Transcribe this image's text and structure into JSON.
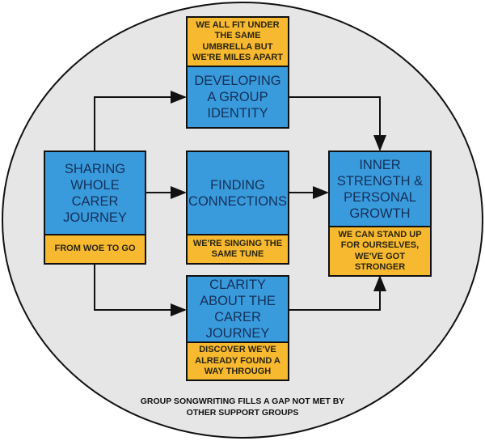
{
  "nodes": {
    "identity": {
      "title": "DEVELOPING\nA GROUP\nIDENTITY",
      "quote": "WE ALL FIT UNDER\nTHE SAME\nUMBRELLA BUT\nWE'RE MILES APART"
    },
    "sharing": {
      "title": "SHARING\nWHOLE\nCARER\nJOURNEY",
      "quote": "FROM WOE TO GO"
    },
    "connections": {
      "title": "FINDING\nCONNECTIONS",
      "quote": "WE'RE SINGING THE\nSAME TUNE"
    },
    "strength": {
      "title": "INNER\nSTRENGTH &\nPERSONAL\nGROWTH",
      "quote": "WE CAN STAND UP\nFOR OURSELVES,\nWE'VE GOT\nSTRONGER"
    },
    "clarity": {
      "title": "CLARITY\nABOUT THE\nCARER\nJOURNEY",
      "quote": "DISCOVER WE'VE\nALREADY FOUND A\nWAY THROUGH"
    }
  },
  "footer": "GROUP SONGWRITING FILLS A GAP NOT MET  BY\nOTHER SUPPORT GROUPS",
  "colors": {
    "blue": "#3a9bdc",
    "yellow": "#f6b92f",
    "circle": "#e6e6e6"
  }
}
